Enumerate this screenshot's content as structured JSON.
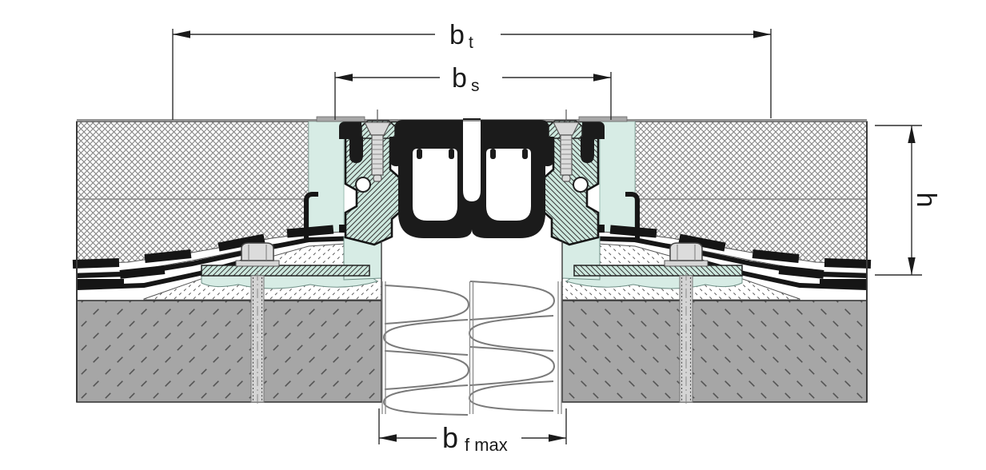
{
  "diagram": {
    "type": "technical cross-section drawing",
    "subject": "floor expansion joint profile with insulation and anchor bolts",
    "dimensions": {
      "bt": {
        "main": "b",
        "sub": "t"
      },
      "bs": {
        "main": "b",
        "sub": "s"
      },
      "bf": {
        "main": "b",
        "sub": "f max"
      },
      "h": {
        "main": "h"
      }
    },
    "colors": {
      "background": "#ffffff",
      "drawing_line": "#2f2f2f",
      "rubber_black": "#1b1b1b",
      "mortar_mint": "#d7ece5",
      "rail_hatch_mint": "#cde8de",
      "concrete_gray": "#a6a6a6",
      "metal_light": "#d8d8d8",
      "wool_line": "#7a7a7a",
      "surface_gray": "#909090"
    }
  }
}
